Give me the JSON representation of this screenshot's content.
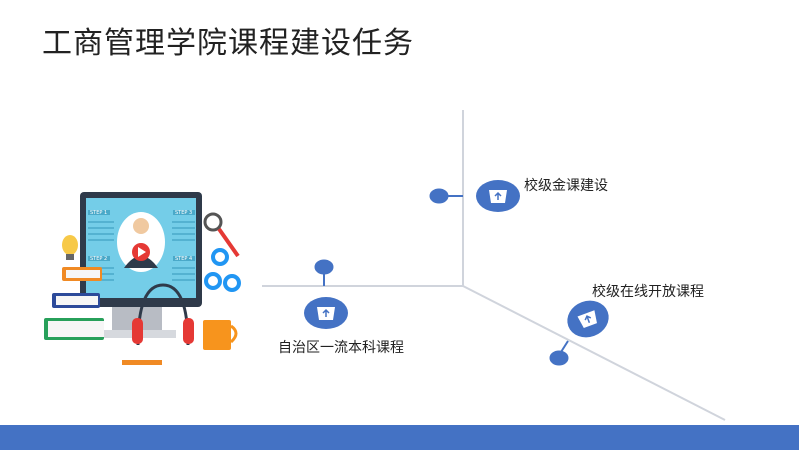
{
  "title": "工商管理学院课程建设任务",
  "items": [
    {
      "label": "校级金课建设",
      "icon": "basket-upload-icon"
    },
    {
      "label": "自治区一流本科课程",
      "icon": "basket-upload-icon"
    },
    {
      "label": "校级在线开放课程",
      "icon": "basket-upload-icon"
    }
  ],
  "illustration": {
    "steps": [
      "STEP 1",
      "STEP 3",
      "STEP 2",
      "STEP 4"
    ]
  },
  "colors": {
    "accent": "#4472c4",
    "line": "#d0d4dc"
  }
}
